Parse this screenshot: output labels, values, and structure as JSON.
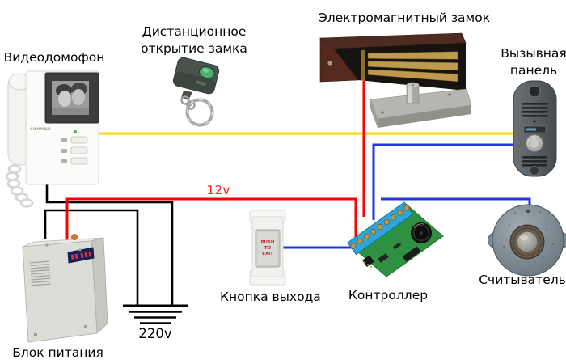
{
  "components": {
    "video_intercom": {
      "label": "Видеодомофон",
      "brand": "COMMAX"
    },
    "remote_opener": {
      "label_line1": "Дистанционное",
      "label_line2": "открытие замка"
    },
    "electromagnetic_lock": {
      "label": "Электромагнитный замок"
    },
    "call_panel": {
      "label_line1": "Вызывная",
      "label_line2": "панель"
    },
    "exit_button": {
      "label": "Кнопка выхода",
      "button_text_line1": "PUSH",
      "button_text_line2": "TO",
      "button_text_line3": "EXIT"
    },
    "controller": {
      "label": "Контроллер"
    },
    "reader": {
      "label": "Считыватель"
    },
    "power_supply": {
      "label": "Блок питания"
    }
  },
  "annotations": {
    "wire_voltage": "12v",
    "mains_voltage": "220v"
  },
  "colors": {
    "wire_yellow": "#ffd400",
    "wire_red": "#fe0000",
    "wire_blue": "#2233e0",
    "wire_black": "#000000",
    "voltage_label_red": "#fe2020"
  }
}
